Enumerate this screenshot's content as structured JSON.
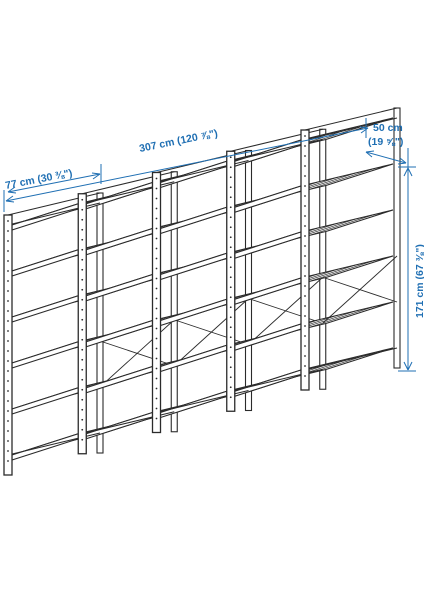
{
  "colors": {
    "dimension": "#1f6fb3",
    "frame": "#2b2b2b",
    "background": "#ffffff"
  },
  "dimensions": {
    "total_width": "307 cm (120 ⅞\")",
    "unit_width": "77 cm (30 ⅜\")",
    "depth_cm": "50 cm",
    "depth_in": "(19 ⅝\")",
    "height": "171 cm (67 ⅜\")"
  },
  "drawing": {
    "sections": 4,
    "shelves_per_section": 6
  }
}
